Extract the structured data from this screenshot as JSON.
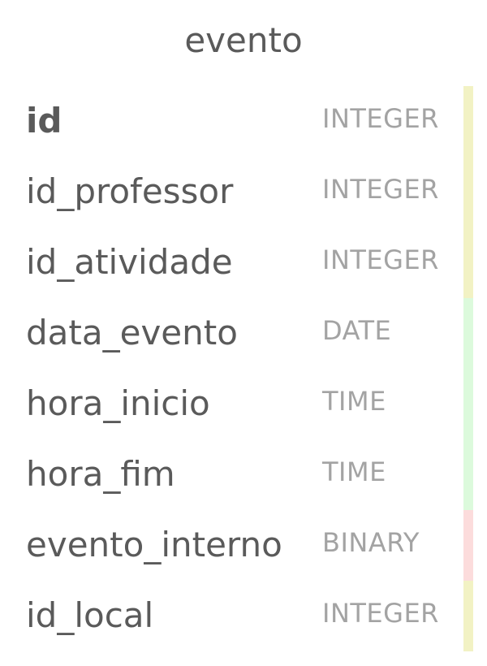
{
  "table": {
    "name": "evento",
    "columns": [
      {
        "name": "id",
        "type": "INTEGER",
        "primary_key": true,
        "type_color": "#f2f2c4"
      },
      {
        "name": "id_professor",
        "type": "INTEGER",
        "primary_key": false,
        "type_color": "#f2f2c4"
      },
      {
        "name": "id_atividade",
        "type": "INTEGER",
        "primary_key": false,
        "type_color": "#f2f2c4"
      },
      {
        "name": "data_evento",
        "type": "DATE",
        "primary_key": false,
        "type_color": "#dcfadc"
      },
      {
        "name": "hora_inicio",
        "type": "TIME",
        "primary_key": false,
        "type_color": "#dcfadc"
      },
      {
        "name": "hora_fim",
        "type": "TIME",
        "primary_key": false,
        "type_color": "#dcfadc"
      },
      {
        "name": "evento_interno",
        "type": "BINARY",
        "primary_key": false,
        "type_color": "#fcdcdc"
      },
      {
        "name": "id_local",
        "type": "INTEGER",
        "primary_key": false,
        "type_color": "#f2f2c4"
      }
    ]
  }
}
